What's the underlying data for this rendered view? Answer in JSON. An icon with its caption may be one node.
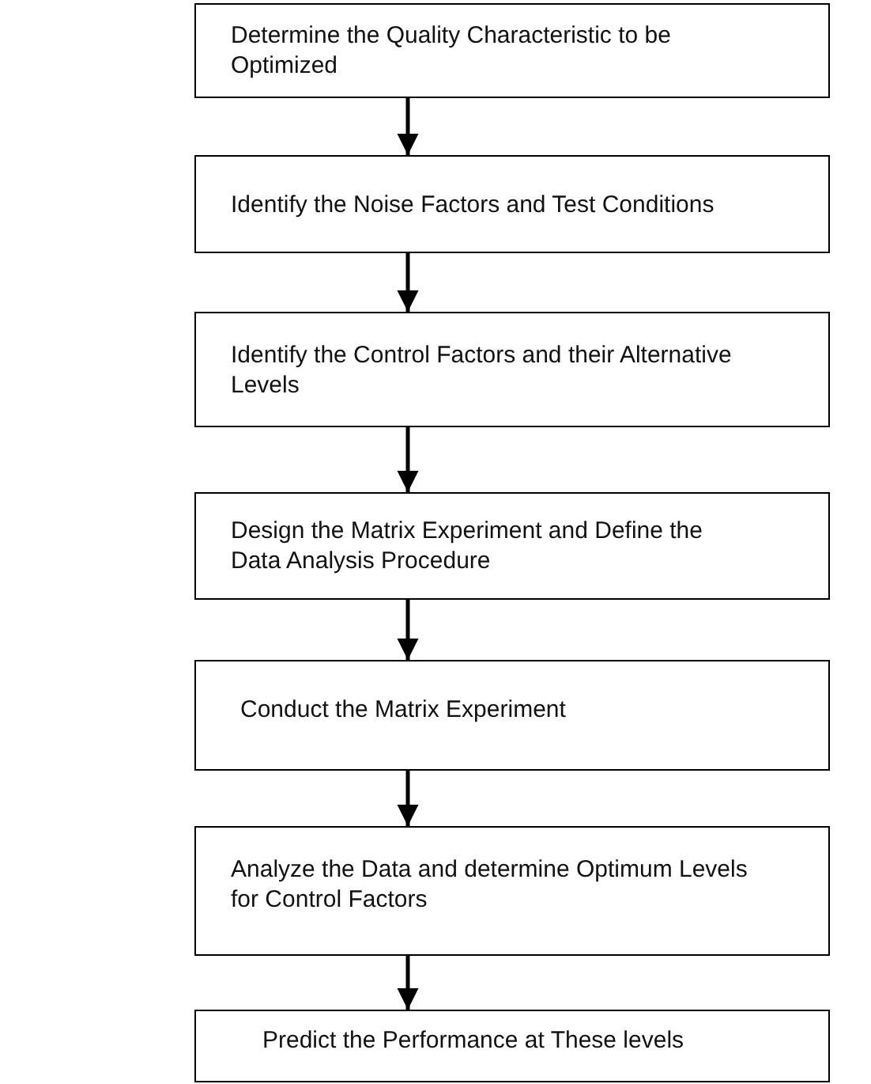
{
  "diagram": {
    "nodes": [
      {
        "text": [
          "Determine the Quality Characteristic to be Optimized"
        ]
      },
      {
        "text": [
          "Identify the Noise Factors and Test Conditions"
        ]
      },
      {
        "text": [
          "Identify the Control Factors and their Alternative Levels"
        ]
      },
      {
        "text": [
          "Design the Matrix Experiment and Define the Data Analysis Procedure"
        ]
      },
      {
        "text": [
          "Conduct the Matrix Experiment"
        ]
      },
      {
        "text": [
          "Analyze the Data and determine Optimum Levels for Control Factors"
        ]
      },
      {
        "text": [
          "Predict the Performance at These levels"
        ]
      }
    ],
    "edges": [
      {
        "from": 0,
        "to": 1,
        "arrow": "to"
      },
      {
        "from": 1,
        "to": 2,
        "arrow": "to"
      },
      {
        "from": 2,
        "to": 3,
        "arrow": "to"
      },
      {
        "from": 3,
        "to": 4,
        "arrow": "to"
      },
      {
        "from": 4,
        "to": 5,
        "arrow": "to"
      },
      {
        "from": 5,
        "to": 6,
        "arrow": "to"
      }
    ]
  }
}
